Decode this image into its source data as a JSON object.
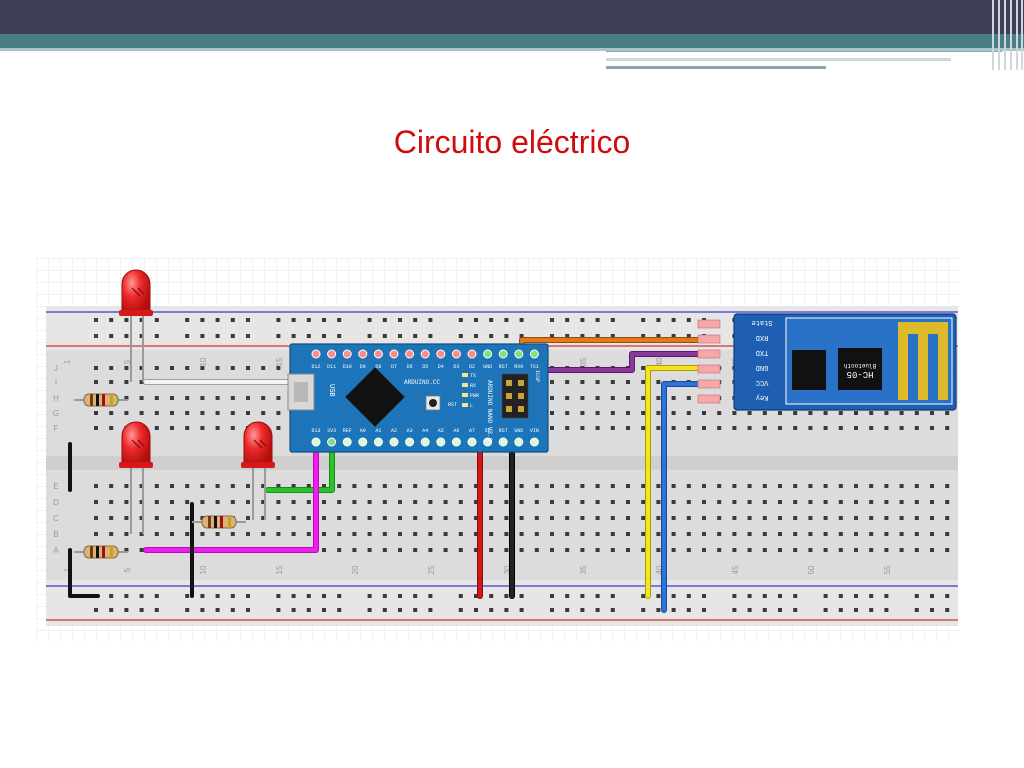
{
  "slide": {
    "title": "Circuito eléctrico"
  },
  "breadboard": {
    "row_letters": [
      "A",
      "B",
      "C",
      "D",
      "E",
      "F",
      "G",
      "H",
      "I",
      "J"
    ],
    "column_numbers": [
      "1",
      "5",
      "10",
      "15",
      "20",
      "25",
      "30",
      "35",
      "40",
      "45",
      "50",
      "55"
    ]
  },
  "arduino": {
    "board_label": "ARDUINO.CC",
    "model_label": "ARDUINO NANO V3.0",
    "top_pins": [
      "D12",
      "D11",
      "D10",
      "D9",
      "D8",
      "D7",
      "D6",
      "D5",
      "D4",
      "D3",
      "D2",
      "GND",
      "RST",
      "RX0",
      "TX1"
    ],
    "bottom_pins": [
      "D13",
      "3V3",
      "REF",
      "A0",
      "A1",
      "A2",
      "A3",
      "A4",
      "A5",
      "A6",
      "A7",
      "5V",
      "RST",
      "GND",
      "VIN"
    ],
    "leds": [
      "TX",
      "RX",
      "PWR",
      "L"
    ],
    "usb_label": "USB",
    "button_label": "RST",
    "icsp_label": "ICSP"
  },
  "bluetooth": {
    "module_label": "HC-05",
    "chip_label": "Bluetooth",
    "pins": [
      "State",
      "RXD",
      "TXD",
      "GND",
      "VCC",
      "Key"
    ]
  },
  "colors": {
    "title": "#d10b0b",
    "header": "#3e4156",
    "accent": "#4b7d87",
    "arduino": "#1d74b8",
    "led_red": "#e02020",
    "wire_white": "#f4f4f4",
    "wire_green": "#28c428",
    "wire_magenta": "#f01cf0",
    "wire_red": "#d01818",
    "wire_black": "#151515",
    "wire_orange": "#e07a1a",
    "wire_purple": "#8a3a9a",
    "wire_yellow": "#f2e61a",
    "wire_blue": "#2a73d8",
    "bluetooth_board": "#1e5fb4"
  }
}
